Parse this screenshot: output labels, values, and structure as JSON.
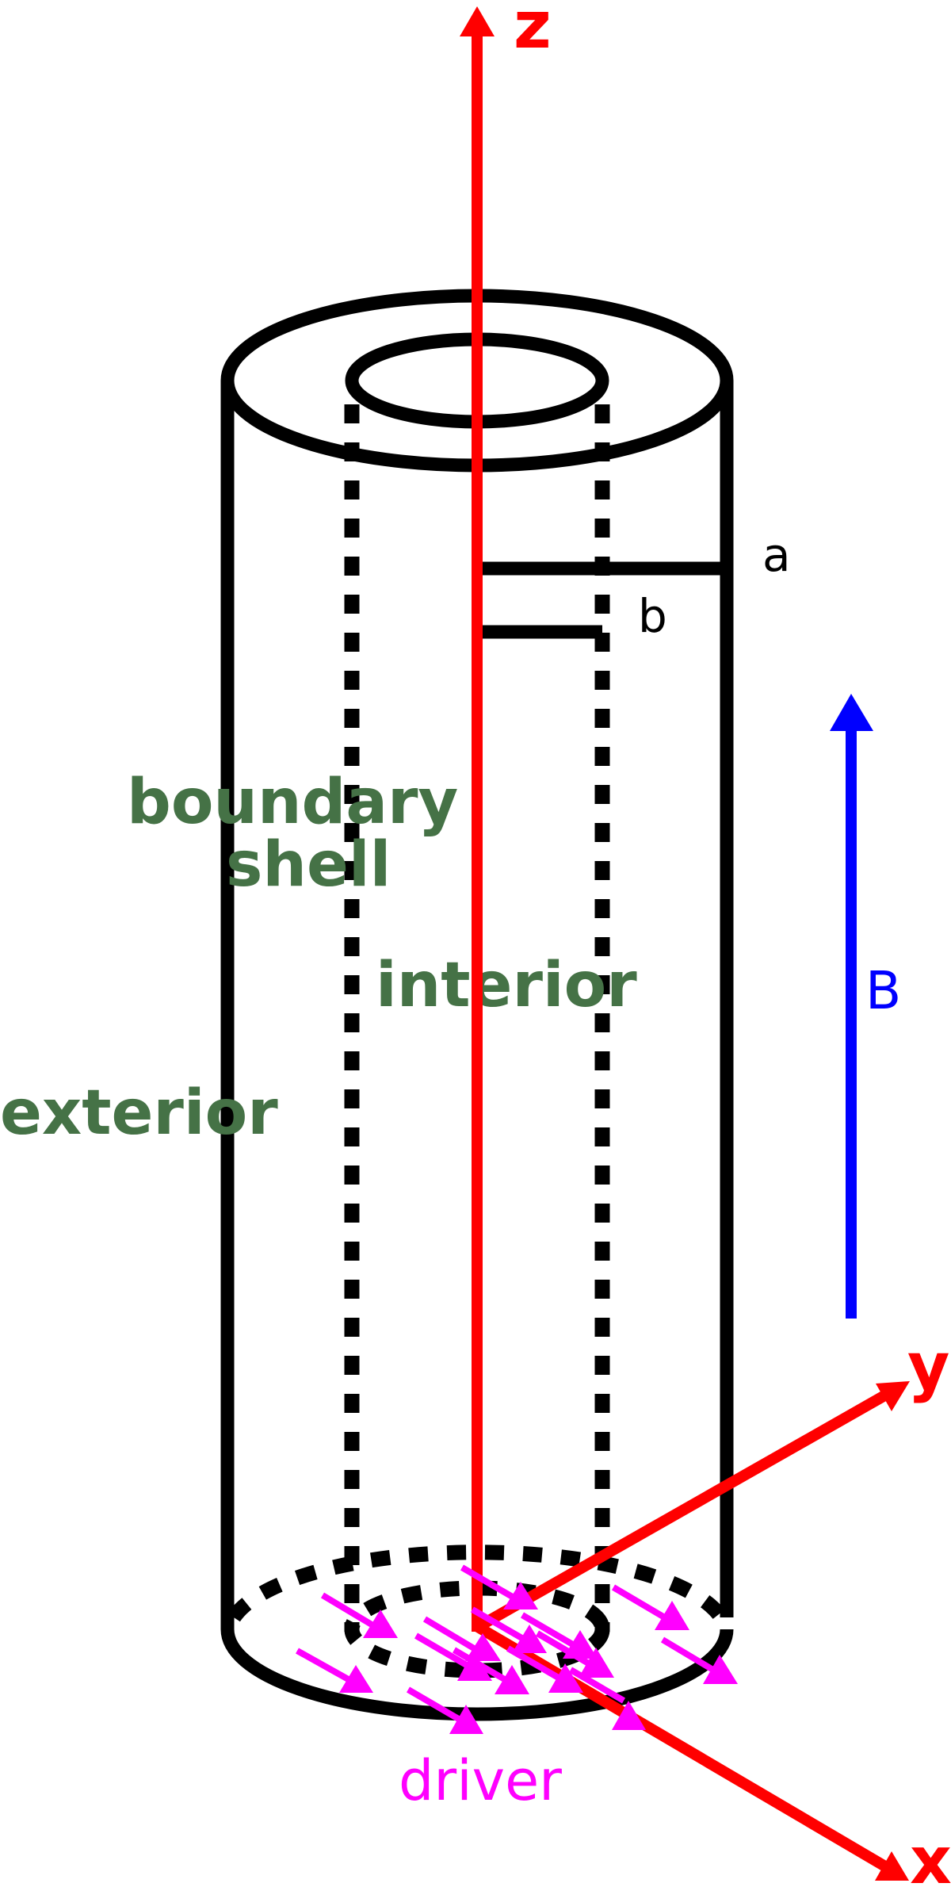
{
  "diagram": {
    "type": "cylindrical flux tube schematic",
    "colors": {
      "outline": "#000000",
      "axes": "#ff0000",
      "field": "#0000ff",
      "region_labels": "#457246",
      "driver": "#ff00ff"
    },
    "axes": {
      "z_label": "z",
      "y_label": "y",
      "x_label": "x"
    },
    "dimensions": {
      "outer_radius_label": "a",
      "inner_radius_label": "b"
    },
    "regions": {
      "boundary_line1": "boundary",
      "boundary_line2": "shell",
      "interior": "interior",
      "exterior": "exterior"
    },
    "field": {
      "label": "B"
    },
    "driver": {
      "label": "driver",
      "arrow_count": 14
    }
  }
}
